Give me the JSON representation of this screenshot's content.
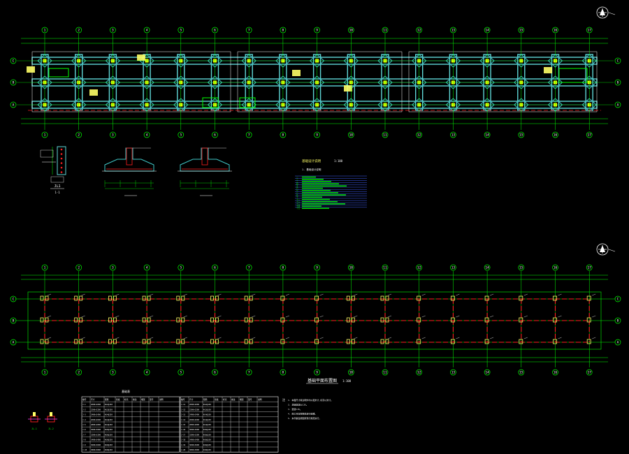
{
  "colors": {
    "background": "#000000",
    "grid": "#00ff00",
    "beam_cyan": "#5fd7d7",
    "footing_cyan": "#3fc6c6",
    "column_yellow": "#ffff00",
    "tie_beam_red": "#ff2020",
    "label_yellow": "#ffff66",
    "white": "#ffffff",
    "magenta": "#ff40ff",
    "blue_rule": "#4060ff"
  },
  "grid_axis_labels": [
    "1",
    "2",
    "3",
    "4",
    "5",
    "6",
    "7",
    "8",
    "9",
    "10",
    "11",
    "12",
    "13",
    "14",
    "15",
    "16",
    "17"
  ],
  "row_axis_labels": [
    "C",
    "B",
    "A"
  ],
  "plan_top": {
    "north_icon": "north-arrow-icon"
  },
  "plan_bottom": {
    "north_icon": "north-arrow-icon",
    "title": "基础平面布置图",
    "scale": "1:100"
  },
  "details": {
    "detail_1_title": "JL1",
    "detail_1_sub": "1-1"
  },
  "notes_panel": {
    "title": "基础设计说明",
    "scale": "1:100",
    "heading": "1. 基础设计说明",
    "lines": [
      "一",
      "二",
      "三",
      "四",
      "五",
      "六",
      "七",
      "八",
      "九",
      "十",
      "十一",
      "十二",
      "十三",
      "十四",
      "十五"
    ]
  },
  "table_left": {
    "title": "基础表",
    "headers": [
      "编号",
      "尺寸",
      "配筋",
      "基底",
      "标高",
      "备注",
      "埋深",
      "型号",
      "说明"
    ],
    "rows": [
      [
        "J-1",
        "2000×2000",
        "Φ12@150",
        "",
        "",
        "",
        "",
        "",
        ""
      ],
      [
        "J-2",
        "2200×2200",
        "Φ12@150",
        "",
        "",
        "",
        "",
        "",
        ""
      ],
      [
        "J-3",
        "2400×2400",
        "Φ14@150",
        "",
        "",
        "",
        "",
        "",
        ""
      ],
      [
        "J-4",
        "2600×2600",
        "Φ14@150",
        "",
        "",
        "",
        "",
        "",
        ""
      ],
      [
        "J-5",
        "2800×2800",
        "Φ14@150",
        "",
        "",
        "",
        "",
        "",
        ""
      ],
      [
        "J-6",
        "3000×3000",
        "Φ16@150",
        "",
        "",
        "",
        "",
        "",
        ""
      ],
      [
        "J-7",
        "3200×3200",
        "Φ16@150",
        "",
        "",
        "",
        "",
        "",
        ""
      ],
      [
        "J-8",
        "3400×3400",
        "Φ16@150",
        "",
        "",
        "",
        "",
        "",
        ""
      ],
      [
        "J-9",
        "3600×3600",
        "Φ16@150",
        "",
        "",
        "",
        "",
        "",
        ""
      ],
      [
        "J-10",
        "3800×3800",
        "Φ18@150",
        "",
        "",
        "",
        "",
        "",
        ""
      ]
    ]
  },
  "table_right": {
    "headers": [
      "编号",
      "尺寸",
      "配筋",
      "基底",
      "标高",
      "备注",
      "埋深",
      "型号",
      "说明"
    ],
    "rows": [
      [
        "J-11",
        "2000×2000",
        "Φ12@150",
        "",
        "",
        "",
        "",
        "",
        ""
      ],
      [
        "J-12",
        "2200×2200",
        "Φ12@150",
        "",
        "",
        "",
        "",
        "",
        ""
      ],
      [
        "J-13",
        "2400×2400",
        "Φ14@150",
        "",
        "",
        "",
        "",
        "",
        ""
      ],
      [
        "J-14",
        "2600×2600",
        "Φ14@150",
        "",
        "",
        "",
        "",
        "",
        ""
      ],
      [
        "J-15",
        "2800×2800",
        "Φ14@150",
        "",
        "",
        "",
        "",
        "",
        ""
      ],
      [
        "J-16",
        "3000×3000",
        "Φ16@150",
        "",
        "",
        "",
        "",
        "",
        ""
      ],
      [
        "J-17",
        "3200×3200",
        "Φ16@150",
        "",
        "",
        "",
        "",
        "",
        ""
      ],
      [
        "J-18",
        "3400×3400",
        "Φ16@150",
        "",
        "",
        "",
        "",
        "",
        ""
      ],
      [
        "J-19",
        "3600×3600",
        "Φ16@150",
        "",
        "",
        "",
        "",
        "",
        ""
      ],
      [
        "J-20",
        "3800×3800",
        "Φ18@150",
        "",
        "",
        "",
        "",
        "",
        ""
      ]
    ]
  },
  "bottom_notes": {
    "heading": "注",
    "lines": [
      "1. 本图尺寸除注明外均以毫米计,标高以米计。",
      "2. 基础混凝土C25。",
      "3. 垫层C15。",
      "4. 施工时应按规范进行验槽。",
      "5. 未尽事宜按国家现行规范执行。"
    ]
  },
  "legend": {
    "items": [
      "JL-1",
      "JL-2"
    ]
  }
}
